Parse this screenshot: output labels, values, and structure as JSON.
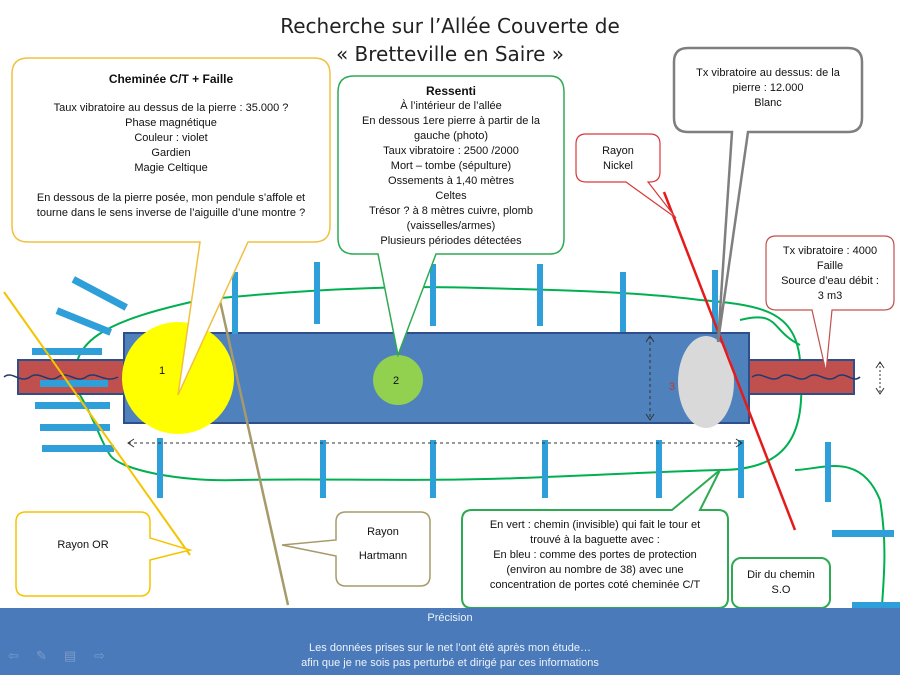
{
  "title": {
    "line1": "Recherche sur l’Allée Couverte de",
    "line2": "« Bretteville en Saire »"
  },
  "cheminee": {
    "heading": "Cheminée C/T + Faille",
    "lines": [
      "Taux vibratoire au dessus de la pierre : 35.000 ?",
      "Phase magnétique",
      "Couleur : violet",
      "Gardien",
      "Magie Celtique",
      "",
      "En dessous de la pierre posée, mon pendule s’affole et",
      "tourne dans le sens inverse de l’aiguille d’une montre ?"
    ]
  },
  "ressenti": {
    "heading": "Ressenti",
    "lines": [
      "À l’intérieur de l’allée",
      "En dessous 1ere pierre à partir de la",
      "gauche (photo)",
      "Taux vibratoire : 2500 /2000",
      "Mort – tombe (sépulture)",
      "Ossements à 1,40 mètres",
      "Celtes",
      "Trésor ? à 8 mètres cuivre, plomb",
      "(vaisselles/armes)",
      "Plusieurs périodes détectées"
    ]
  },
  "tx_dessus": {
    "lines": [
      "Tx vibratoire au dessus: de la",
      "pierre : 12.000",
      "Blanc"
    ]
  },
  "rayon_nickel": {
    "lines": [
      "Rayon",
      "Nickel"
    ]
  },
  "tx_faille": {
    "lines": [
      "Tx vibratoire : 4000",
      "Faille",
      "Source d’eau débit :",
      "3 m3"
    ]
  },
  "rayon_or": {
    "label": "Rayon OR"
  },
  "rayon_hartmann": {
    "lines": [
      "Rayon",
      "Hartmann"
    ]
  },
  "legend": {
    "lines": [
      "En vert : chemin (invisible) qui fait le tour et",
      "trouvé à la baguette avec :",
      "En bleu : comme des portes de protection",
      "(environ au nombre de 38) avec une",
      "concentration de portes coté cheminée C/T"
    ]
  },
  "dir_chemin": {
    "lines": [
      "Dir du chemin",
      "S.O"
    ]
  },
  "points": {
    "p1": "1",
    "p2": "2",
    "p3": "3"
  },
  "footer": {
    "heading": "Précision",
    "line1": "Les données prises sur le net l’ont été après mon étude…",
    "line2": "afin que je ne sois pas perturbé et dirigé par ces informations"
  },
  "controls": [
    "back-arrow-icon",
    "pen-icon",
    "slides-icon",
    "forward-arrow-icon"
  ],
  "colors": {
    "slab": "#4f81bd",
    "faille": "#c0504d",
    "yellow": "#ffff00",
    "green_point": "#92d050",
    "grey_point": "#d9d9d9",
    "path": "#00b050",
    "door": "#2e9fd8",
    "rayon_or": "#f5c400",
    "hartmann": "#a69a6b",
    "nickel": "#e51b1b",
    "footer": "#4a7ab9"
  }
}
